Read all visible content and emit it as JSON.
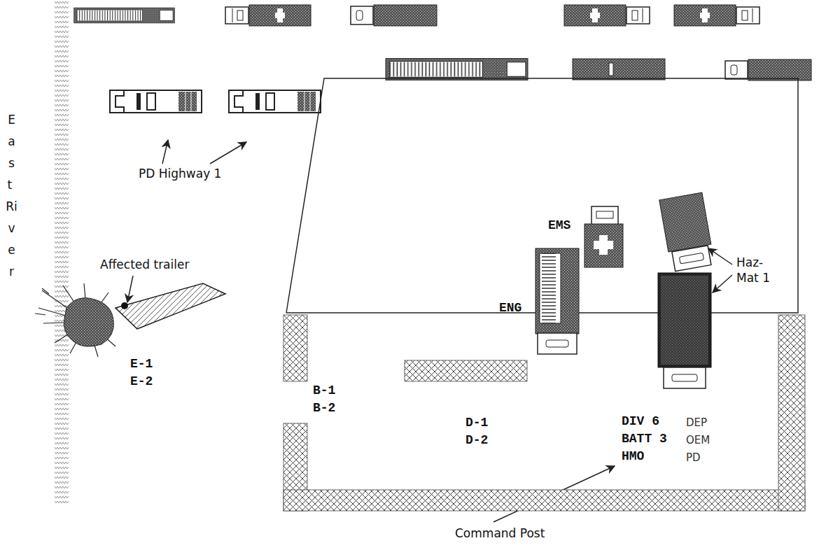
{
  "diagram": {
    "labels": [
      "PD Highway 1",
      "East River",
      "Affected trailer",
      "E-1",
      "E-2",
      "EMS",
      "ENG",
      "Haz-Mat 1",
      "B-1",
      "B-2",
      "D-1",
      "D-2",
      "DIV 6",
      "DEP",
      "BATT 3",
      "OEM",
      "HMO",
      "PD",
      "Command Post"
    ]
  }
}
